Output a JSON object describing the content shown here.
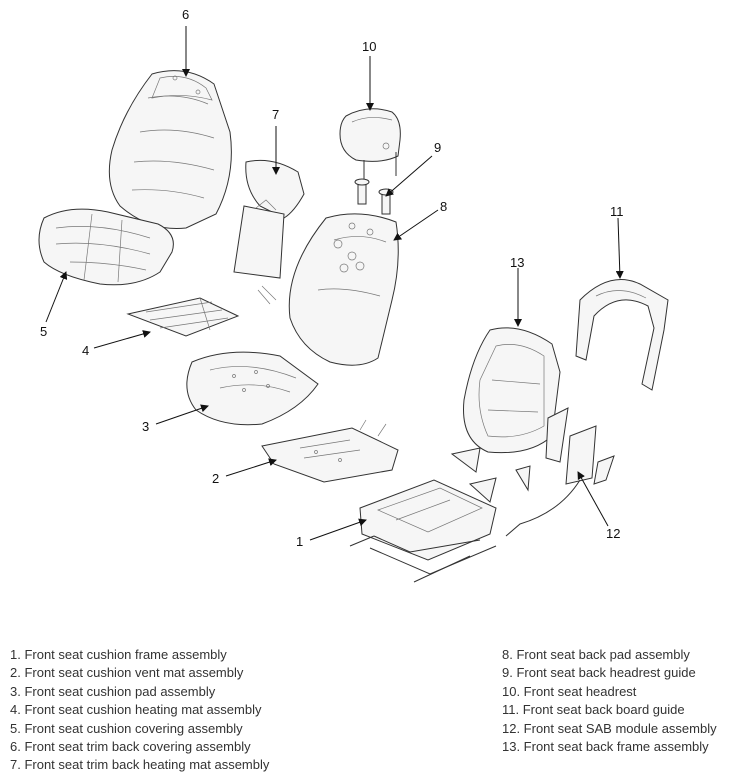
{
  "callouts": [
    "1",
    "2",
    "3",
    "4",
    "5",
    "6",
    "7",
    "8",
    "9",
    "10",
    "11",
    "12",
    "13"
  ],
  "legend": [
    "1. Front seat cushion frame assembly",
    "2. Front seat cushion vent mat assembly",
    "3. Front seat cushion pad assembly",
    "4. Front seat cushion heating mat assembly",
    "5. Front seat cushion covering assembly",
    "6. Front seat trim back covering assembly",
    "7. Front seat trim back heating mat assembly",
    "8. Front seat back pad assembly",
    "9. Front seat back headrest guide",
    "10. Front seat headrest",
    "11. Front seat back board guide",
    "12. Front seat SAB module assembly",
    "13. Front seat back frame assembly"
  ]
}
